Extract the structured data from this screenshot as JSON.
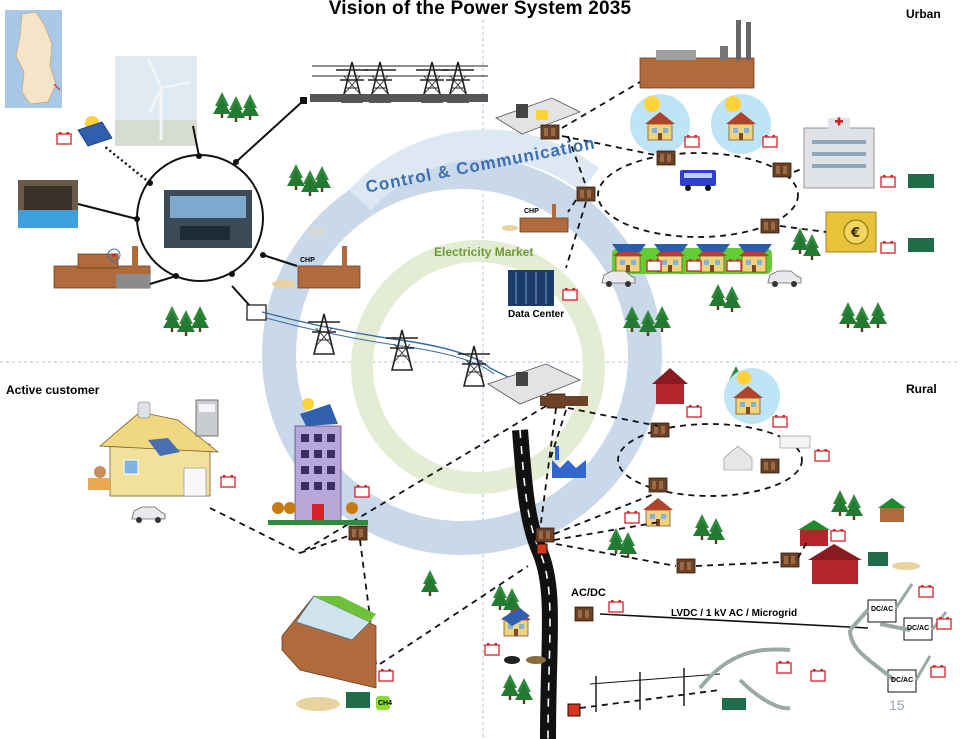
{
  "title": "Vision of the Power System 2035",
  "quadrants": {
    "urban": "Urban",
    "rural": "Rural",
    "active_customer": "Active customer"
  },
  "center": {
    "control": "Control & Communication",
    "market": "Electricity Market"
  },
  "labels": {
    "data_center": "Data Center",
    "chp_left": "CHP",
    "chp_right": "CHP",
    "acdc": "AC/DC",
    "microgrid": "LVDC / 1 kV AC / Microgrid",
    "dcac_1": "DC/AC",
    "dcac_2": "DC/AC",
    "dcac_3": "DC/AC",
    "ch4": "CH4"
  },
  "page_number": "15",
  "colors": {
    "ring_blue": "#c9d9ea",
    "ring_green": "#e4ecd3",
    "control_text": "#3b6fb1",
    "market_text": "#6e9a35",
    "building_brown": "#b06a3c",
    "tree_green": "#2f8a3b",
    "battery_red": "#d61f26"
  }
}
